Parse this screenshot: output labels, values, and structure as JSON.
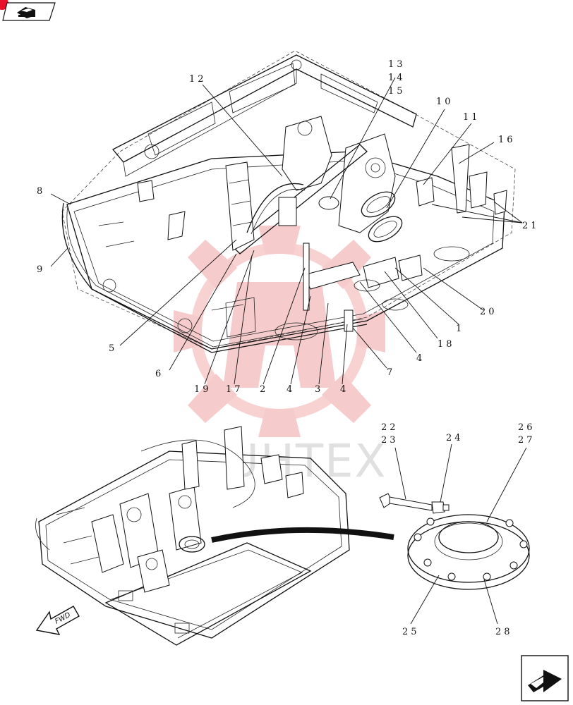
{
  "watermark": {
    "text": "UHTEX",
    "color": "#e24848"
  },
  "nav": {
    "top_icon": "back-arrow-icon",
    "bottom_icon": "next-page-arrow-icon",
    "marker_color": "#e8102a"
  },
  "diagram": {
    "fwd_label": "FWD",
    "callouts": {
      "c1": "1",
      "c2": "2",
      "c3": "3",
      "c4a": "4",
      "c4b": "4",
      "c4c": "4",
      "c5": "5",
      "c6": "6",
      "c7": "7",
      "c8": "8",
      "c9": "9",
      "c10": "10",
      "c11": "11",
      "c12": "12",
      "c13": "13",
      "c14": "14",
      "c15": "15",
      "c16": "16",
      "c17": "17",
      "c18": "18",
      "c19": "19",
      "c20": "20",
      "c21": "21",
      "c22": "22",
      "c23": "23",
      "c24": "24",
      "c25": "25",
      "c26": "26",
      "c27": "27",
      "c28": "28"
    }
  }
}
